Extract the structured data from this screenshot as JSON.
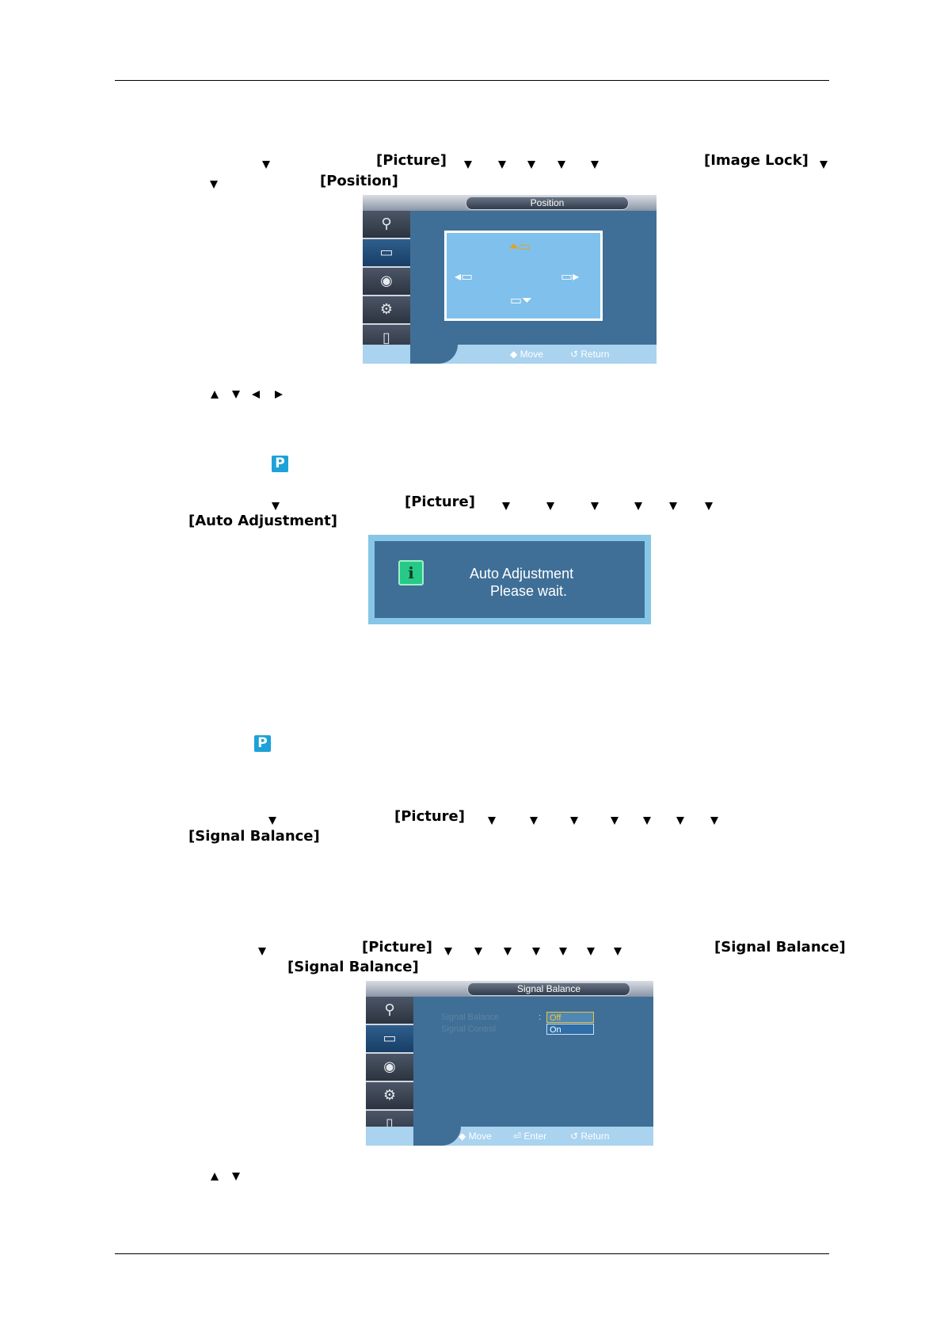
{
  "section_position": {
    "picture": "[Picture]",
    "image_lock": "[Image Lock]",
    "position": "[Position]"
  },
  "osd_position": {
    "title": "Position",
    "hint_move": "Move",
    "hint_return": "Return"
  },
  "section_auto": {
    "picture": "[Picture]",
    "auto_adjustment": "[Auto Adjustment]"
  },
  "auto_dialog": {
    "line1": "Auto Adjustment",
    "line2": "Please wait."
  },
  "badge_p": "P",
  "section_signal": {
    "picture": "[Picture]",
    "signal_balance": "[Signal Balance]"
  },
  "section_signal2": {
    "picture": "[Picture]",
    "signal_balance": "[Signal Balance]",
    "signal_balance_2": "[Signal Balance]"
  },
  "osd_signal": {
    "title": "Signal Balance",
    "label_balance": "Signal Balance",
    "label_control": "Signal Control",
    "colon": ":",
    "options": [
      "Off",
      "On"
    ],
    "hint_move": "Move",
    "hint_enter": "Enter",
    "hint_return": "Return"
  },
  "icons": [
    "down-arrow-icon",
    "up-arrow-icon",
    "left-arrow-icon",
    "right-arrow-icon",
    "p-badge-icon",
    "info-icon"
  ]
}
